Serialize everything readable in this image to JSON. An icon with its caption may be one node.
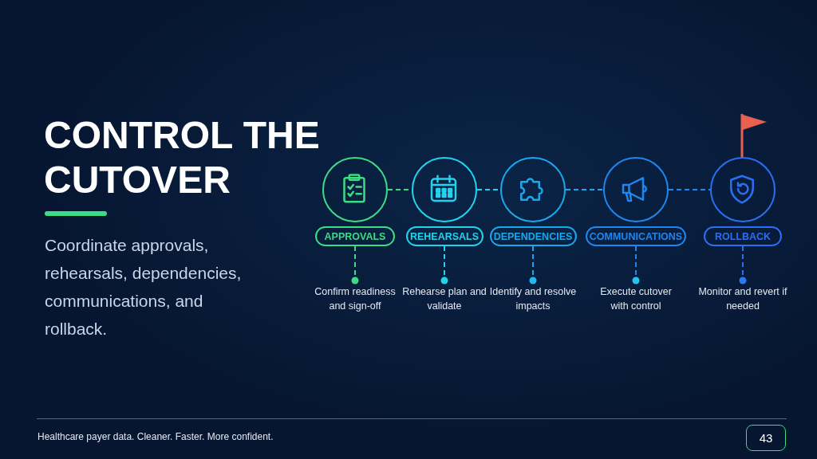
{
  "diagram": {
    "title": "CONTROL THE CUTOVER",
    "nodes": [
      {
        "text": [],
        "shape": "circle"
      },
      {
        "text": [],
        "shape": "circle"
      },
      {
        "text": [],
        "shape": "circle"
      },
      {
        "text": [],
        "shape": "circle"
      },
      {
        "text": [],
        "shape": "circle"
      },
      {
        "text": [
          "APPROVALS"
        ]
      },
      {
        "text": [
          "REHEARSALS"
        ]
      },
      {
        "text": [
          "DEPENDENCIES"
        ]
      },
      {
        "text": [
          "COMMUNICATIONS"
        ]
      },
      {
        "text": [
          "ROLLBACK"
        ]
      },
      {
        "text": [
          "Confirm readiness and sign-off"
        ]
      },
      {
        "text": [
          "Rehearse plan and validate"
        ]
      },
      {
        "text": [
          "Identify and resolve impacts"
        ]
      },
      {
        "text": [
          "Execute cutover with control"
        ]
      },
      {
        "text": [
          "Monitor and revert if needed"
        ]
      }
    ],
    "edges": [
      {
        "from": 0,
        "to": 1,
        "arrow": "none",
        "style": "dashed",
        "color": "#3ddc84"
      },
      {
        "from": 1,
        "to": 2,
        "arrow": "none",
        "style": "dashed",
        "color": "#22d3ee"
      },
      {
        "from": 2,
        "to": 3,
        "arrow": "none",
        "style": "dashed",
        "color": "#1aa8ec"
      },
      {
        "from": 3,
        "to": 4,
        "arrow": "none",
        "style": "dashed",
        "color": "#1f86ee"
      },
      {
        "from": 5,
        "to": 10,
        "arrow": "other",
        "style": "dashed",
        "color": "#3ddc84"
      },
      {
        "from": 6,
        "to": 11,
        "arrow": "other",
        "style": "dashed",
        "color": "#22d3ee"
      },
      {
        "from": 7,
        "to": 12,
        "arrow": "other",
        "style": "dashed",
        "color": "#1aa8ec"
      },
      {
        "from": 8,
        "to": 13,
        "arrow": "other",
        "style": "dashed",
        "color": "#1f86ee"
      },
      {
        "from": 9,
        "to": 14,
        "arrow": "other",
        "style": "dashed",
        "color": "#2a6ff0"
      }
    ],
    "labels": [
      "Coordinate approvals, rehearsals, dependencies, communications, and rollback.",
      "Healthcare payer data. Cleaner. Faster. More confident.",
      "43"
    ]
  }
}
